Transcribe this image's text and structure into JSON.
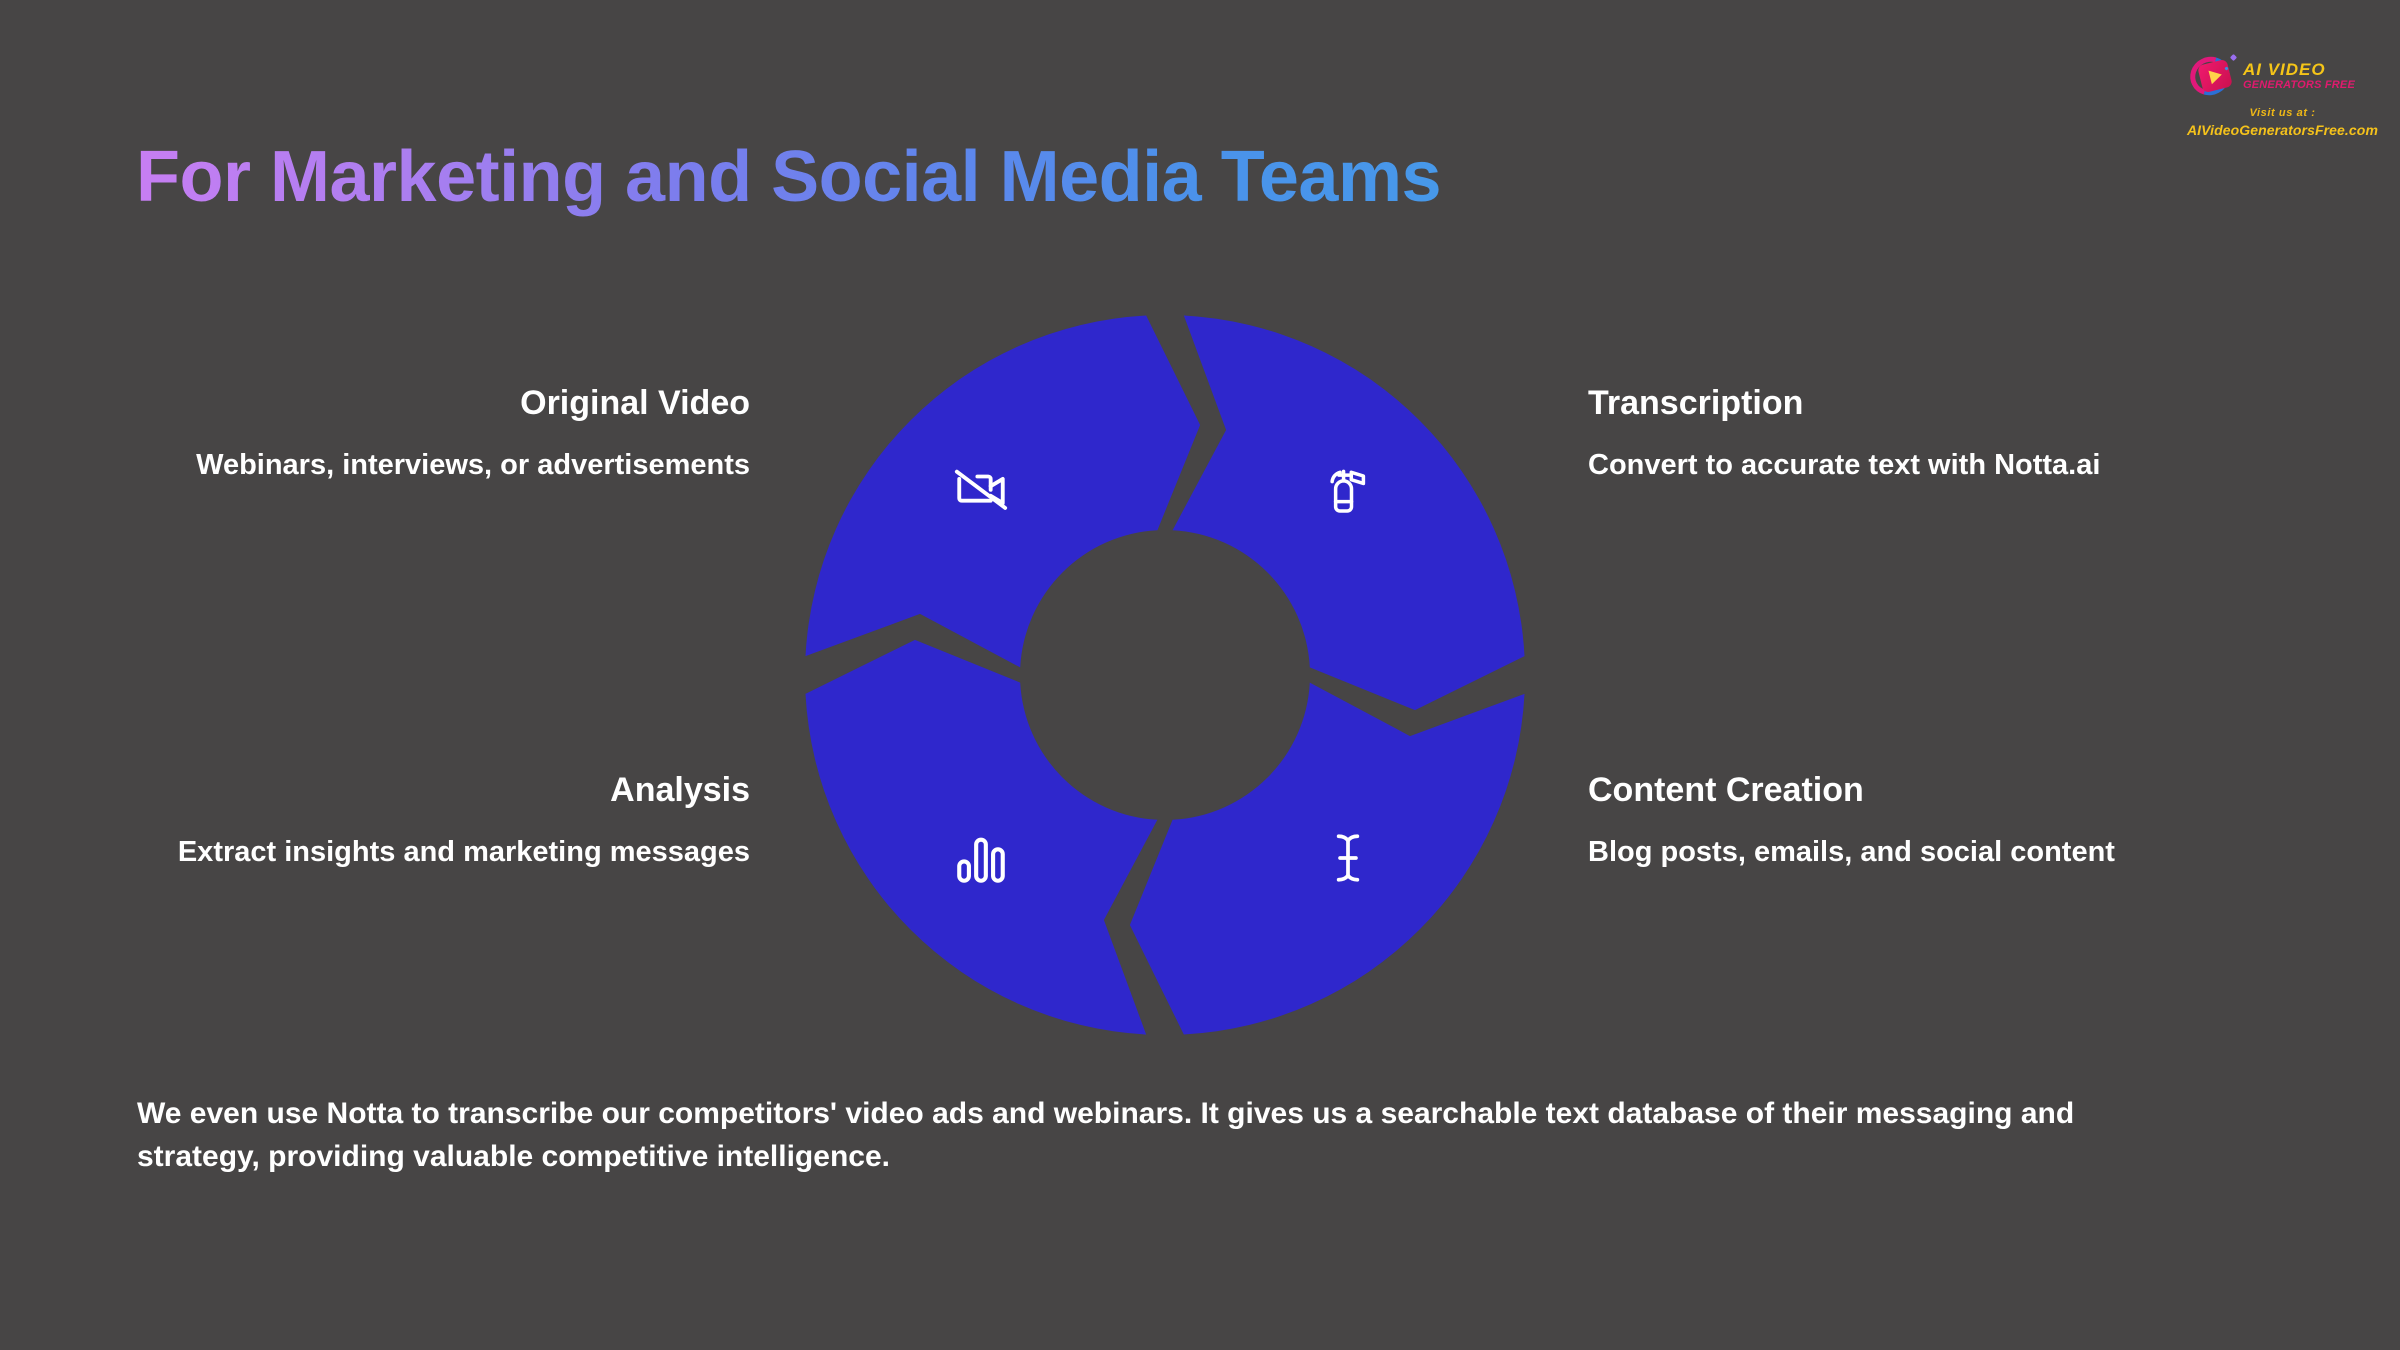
{
  "page": {
    "title": "For Marketing and Social Media Teams",
    "background_color": "#474545",
    "title_gradient_start": "#c77ef2",
    "title_gradient_end": "#4798e9"
  },
  "logo": {
    "mark_line1": "AI VIDEO",
    "mark_line2": "GENERATORS FREE",
    "visit_label": "Visit us at :",
    "visit_url": "AIVideoGeneratorsFree.com",
    "gold_color": "#f5c518",
    "pink_color": "#e01a6e"
  },
  "diagram": {
    "segment_color": "#2f27cc",
    "hub_color": "#474545",
    "nodes": [
      {
        "id": "original-video",
        "icon": "video-off-icon",
        "title": "Original Video",
        "description": "Webinars, interviews, or advertisements",
        "side": "left"
      },
      {
        "id": "transcription",
        "icon": "fire-extinguisher-icon",
        "title": "Transcription",
        "description": "Convert to accurate text with Notta.ai",
        "side": "right"
      },
      {
        "id": "content-creation",
        "icon": "text-cursor-icon",
        "title": "Content Creation",
        "description": "Blog posts, emails, and social content",
        "side": "right"
      },
      {
        "id": "analysis",
        "icon": "bar-chart-icon",
        "title": "Analysis",
        "description": "Extract insights and marketing messages",
        "side": "left"
      }
    ]
  },
  "footer": {
    "note": "We even use Notta to transcribe our competitors' video ads and webinars. It gives us a searchable text database of their messaging and strategy, providing valuable competitive intelligence."
  }
}
